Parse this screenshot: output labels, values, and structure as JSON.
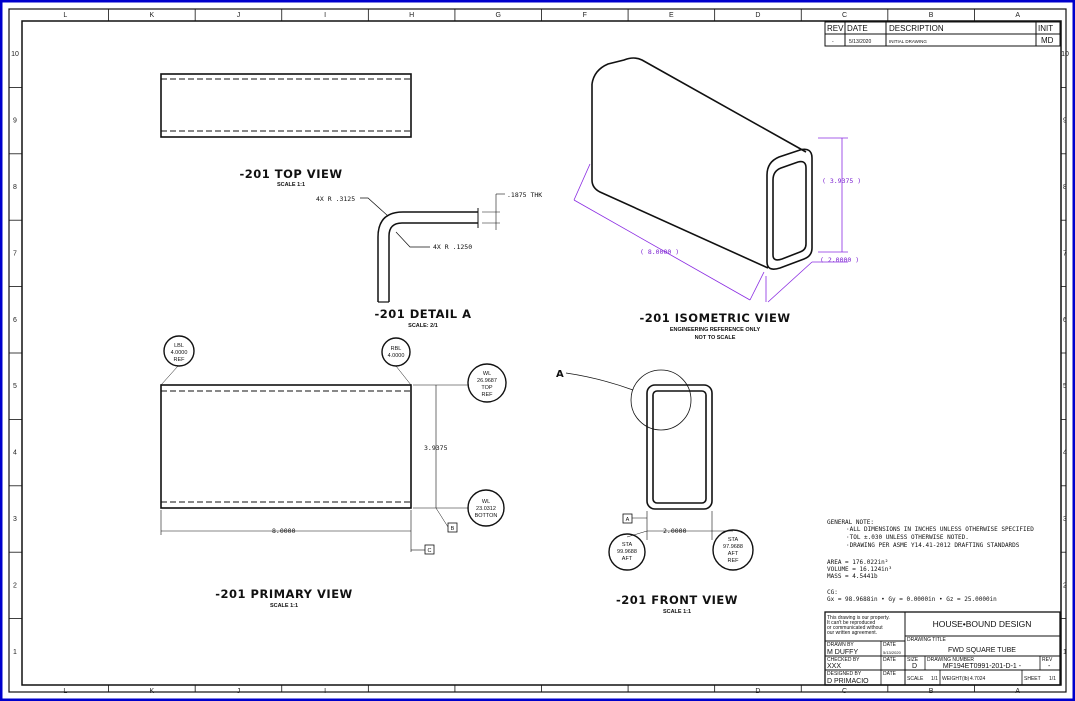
{
  "border": {
    "top_letters": [
      "L",
      "K",
      "J",
      "I",
      "H",
      "G",
      "F",
      "E",
      "D",
      "C",
      "B",
      "A"
    ],
    "bottom_letters": [
      "L",
      "K",
      "J",
      "I",
      "D",
      "C",
      "B",
      "A"
    ],
    "right_numbers": [
      "10",
      "9",
      "8",
      "7",
      "6",
      "5",
      "4",
      "3",
      "2",
      "1"
    ],
    "left_numbers": [
      "10",
      "9",
      "8",
      "7",
      "6",
      "5",
      "4",
      "3",
      "2",
      "1"
    ]
  },
  "revision_block": {
    "headers": [
      "REV",
      "DATE",
      "DESCRIPTION",
      "INIT"
    ],
    "row": {
      "rev": "-",
      "date": "5/13/2020",
      "description": "INITIAL DRAWING",
      "init": "MD"
    }
  },
  "views": {
    "top": {
      "title": "-201 TOP VIEW",
      "scale": "SCALE 1:1"
    },
    "detail": {
      "title": "-201 DETAIL A",
      "scale": "SCALE: 2/1",
      "callout_outer": "4X R .3125",
      "callout_inner": "4X R .1250",
      "thickness": ".1875 THK"
    },
    "isometric": {
      "title": "-201 ISOMETRIC VIEW",
      "note1": "ENGINEERING REFERENCE ONLY",
      "note2": "NOT TO SCALE",
      "dim_height": "( 3.9375 )",
      "dim_length": "( 8.0000 )",
      "dim_width": "( 2.0000 )"
    },
    "primary": {
      "title": "-201 PRIMARY VIEW",
      "scale": "SCALE 1:1",
      "dim_height": "3.9375",
      "dim_length": "8.0000",
      "datum_b": "B",
      "datum_c": "C",
      "lbl": [
        "LBL",
        "4.0000",
        "REF"
      ],
      "rbl": [
        "RBL",
        "4.0000"
      ],
      "wl_top": [
        "WL",
        "26.9687",
        "TOP",
        "REF"
      ],
      "wl_bottom": [
        "WL",
        "23.0312",
        "BOTTON"
      ]
    },
    "front": {
      "title": "-201 FRONT VIEW",
      "scale": "SCALE 1:1",
      "detail_label": "A",
      "datum_a": "A",
      "dim_width": "2.0000",
      "sta_left": [
        "STA",
        "99.9688",
        "AFT"
      ],
      "sta_right": [
        "STA",
        "97.9688",
        "AFT",
        "REF"
      ]
    }
  },
  "notes": {
    "heading": "GENERAL NOTE:",
    "lines": [
      "·ALL DIMENSIONS IN INCHES UNLESS OTHERWISE SPECIFIED",
      "·TOL ±.030 UNLESS OTHERWISE NOTED.",
      "·DRAWING PER ASME Y14.41-2012 DRAFTING STANDARDS"
    ],
    "area": "AREA = 176.022in²",
    "volume": "VOLUME = 16.124in³",
    "mass": "MASS = 4.5441b",
    "cg_label": "CG:",
    "cg": "Gx = 98.9688in • Gy = 0.0000in • Gz = 25.0000in"
  },
  "title_block": {
    "property": [
      "This drawing is our property.",
      "It can't be reproduced",
      "or communicated without",
      "our written agreement."
    ],
    "company": "HOUSE•BOUND DESIGN",
    "drawing_title_label": "DRAWING TITLE",
    "drawing_title": "FWD SQUARE TUBE",
    "drawn_by_label": "DRAWN BY",
    "drawn_by": "M DUFFY",
    "checked_by_label": "CHECKED BY",
    "checked_by": "XXX",
    "designed_by_label": "DESIGNED BY",
    "designed_by": "D PRIMACIO",
    "date_label": "DATE",
    "date_drawn": "5/13/2020",
    "size_label": "SIZE",
    "size": "D",
    "drawing_number_label": "DRAWING NUMBER",
    "drawing_number": "MF194ET0991-201-D-1 -",
    "rev_label": "REV",
    "rev": "-",
    "scale_label": "SCALE",
    "scale": "1/1",
    "weight_label": "WEIGHT(lb)",
    "weight": "4.7024",
    "sheet_label": "SHEET",
    "sheet": "1/1"
  },
  "colors": {
    "frame": "#0000cc",
    "dimension_iso": "#8a2be2",
    "line": "#111111"
  }
}
